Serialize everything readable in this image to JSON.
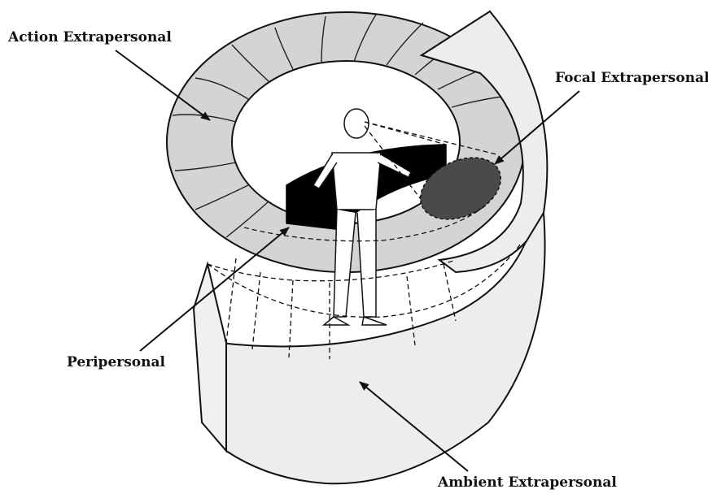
{
  "labels": {
    "action_extrapersonal": "Action Extrapersonal",
    "focal_extrapersonal": "Focal Extrapersonal",
    "peripersonal": "Peripersonal",
    "ambient_extrapersonal": "Ambient Extrapersonal"
  },
  "colors": {
    "ring_fill": "#d4d4d4",
    "wall_fill": "#ededed",
    "peripersonal_fill": "#000000",
    "focal_fill": "#4a4a4a",
    "line": "#111111",
    "background": "#ffffff"
  }
}
